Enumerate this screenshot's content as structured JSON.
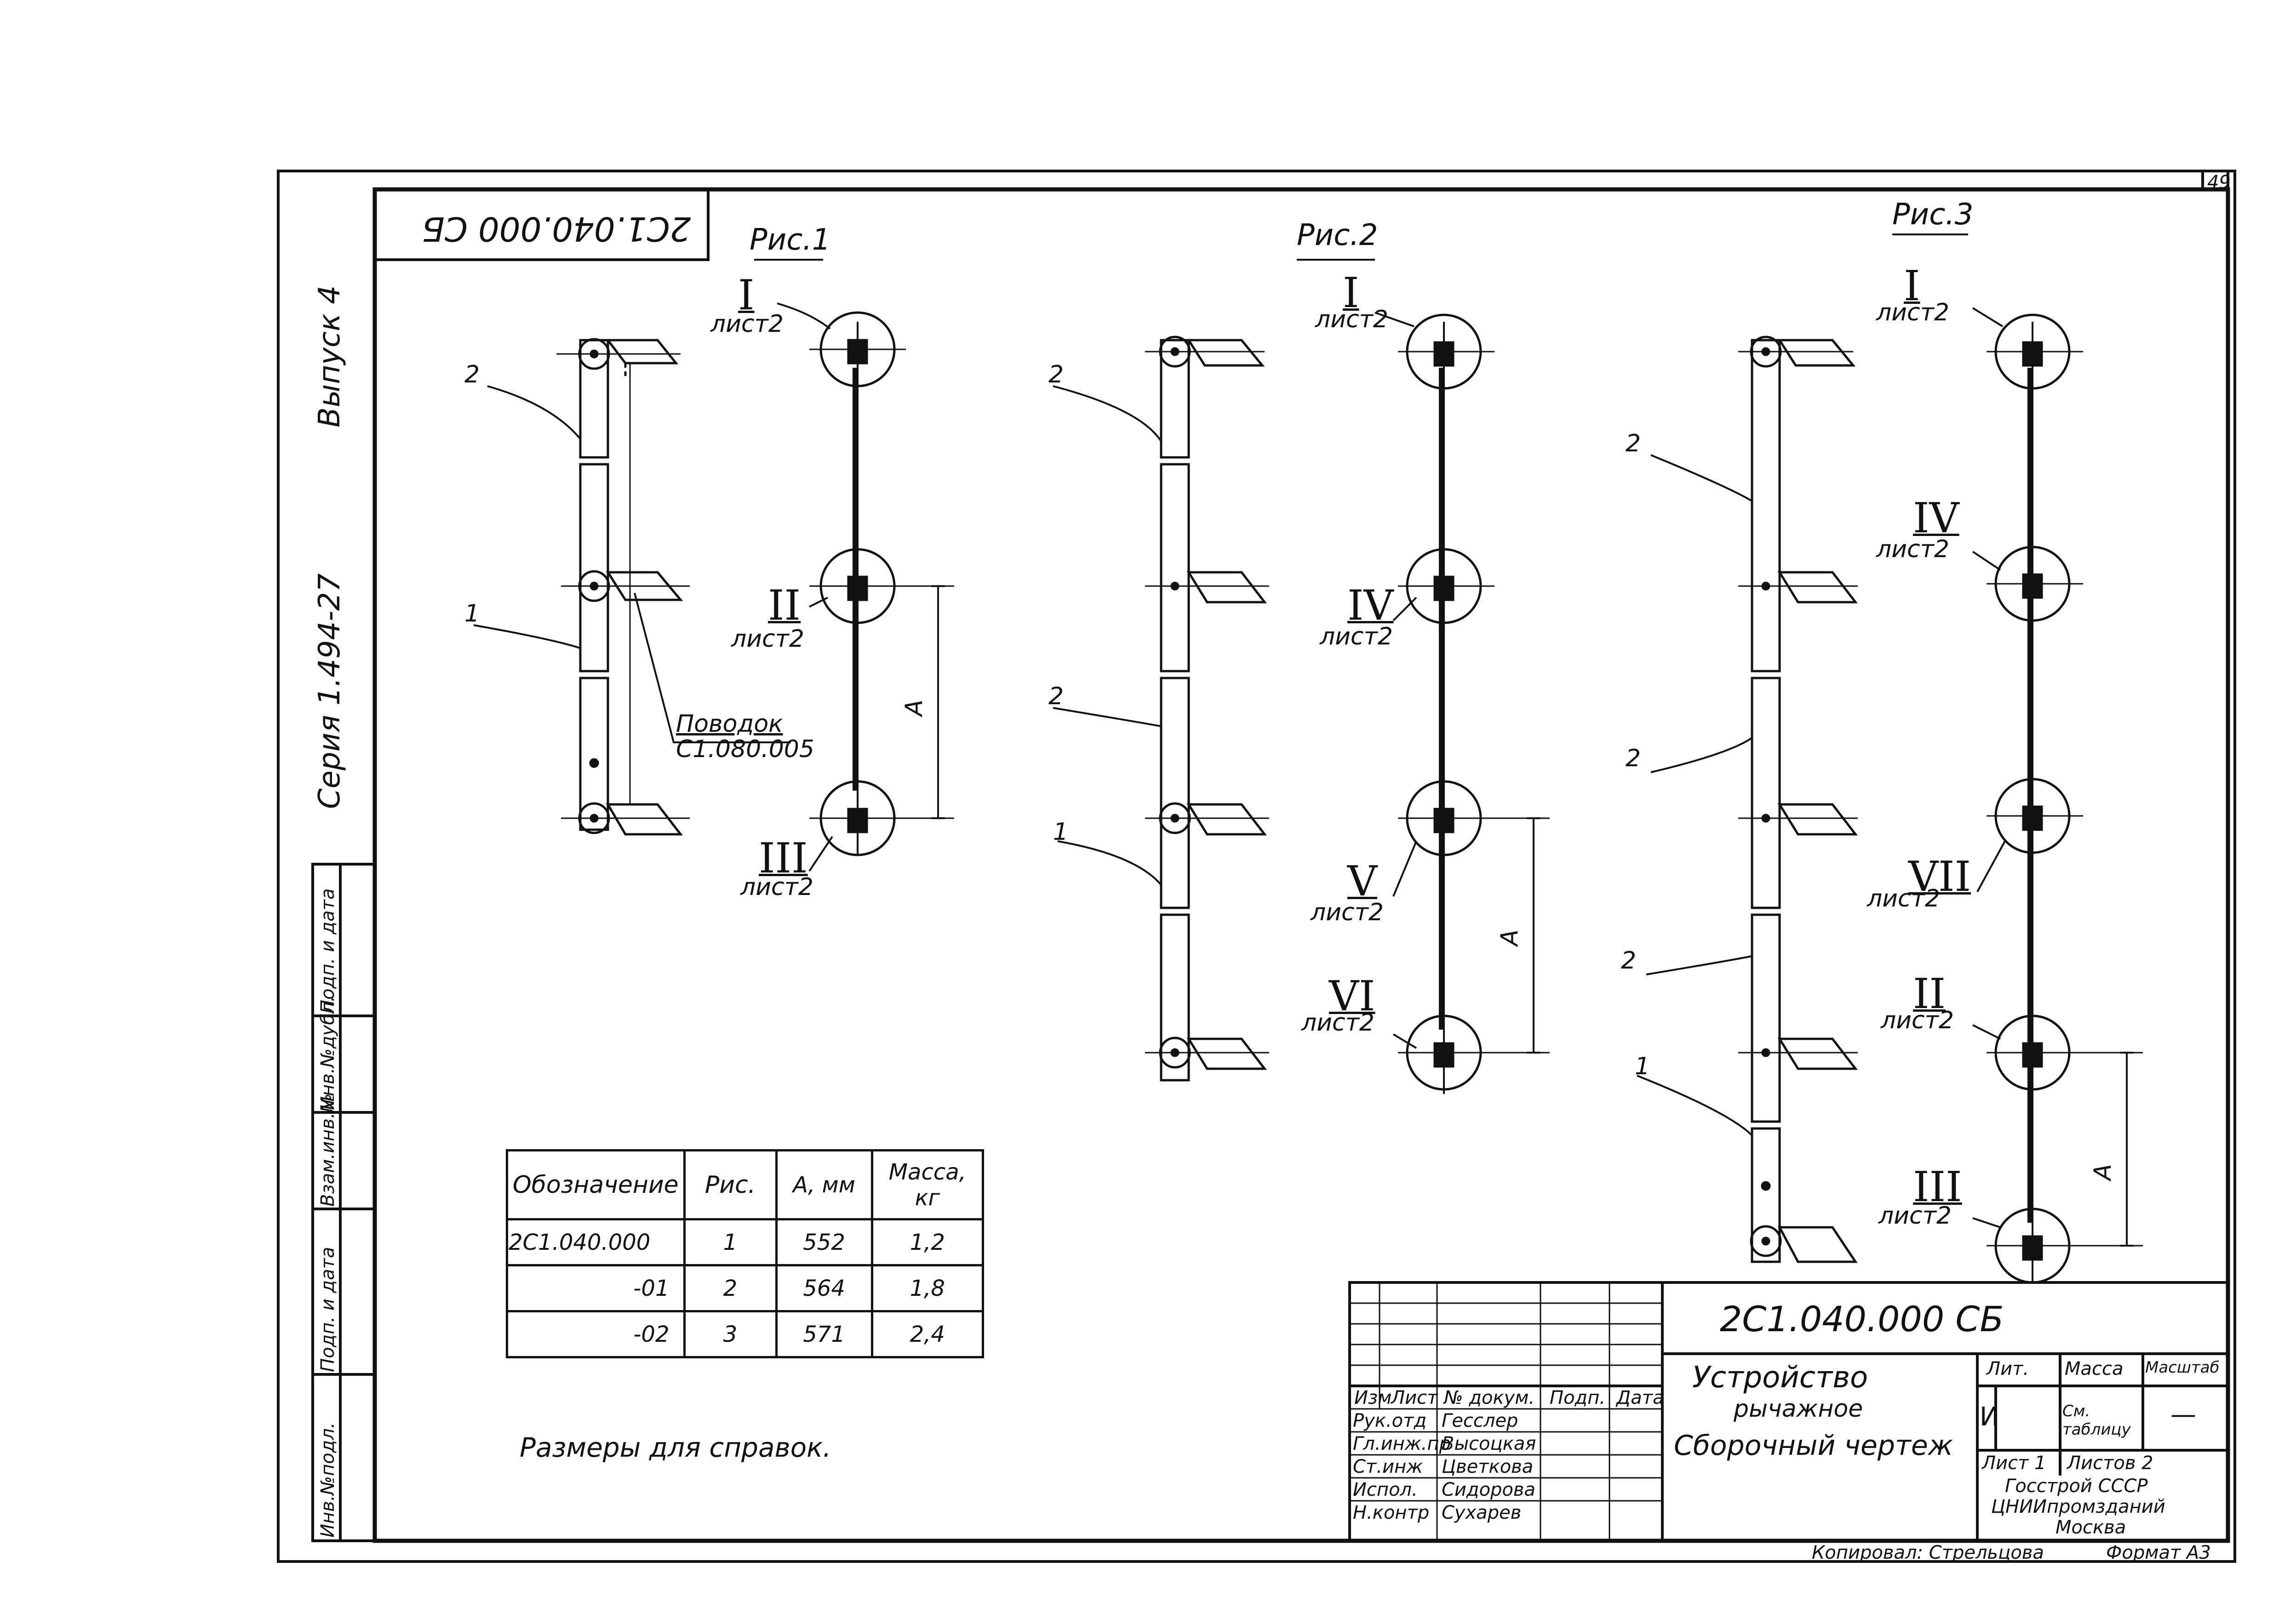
{
  "doc_code_rotated": "2С1.040.000 СБ",
  "sheet_number": "49",
  "side_labels": {
    "vypusk": "Выпуск 4",
    "seriya": "Серия 1.494-27"
  },
  "side_stamp": [
    "Инв.№подл.",
    "Подп. и дата",
    "Взам.инв.№",
    "Инв.№дубл.",
    "Подп. и дата"
  ],
  "figures": [
    {
      "title": "Рис.1",
      "callouts": [
        "I",
        "II",
        "III"
      ],
      "sheet_ref": "лист2",
      "note_label": "Поводок",
      "note_code": "С1.080.005",
      "parts": [
        "2",
        "1"
      ],
      "dim": "А"
    },
    {
      "title": "Рис.2",
      "callouts": [
        "I",
        "IV",
        "V",
        "VI"
      ],
      "sheet_ref": "лист2",
      "parts": [
        "2",
        "2",
        "1"
      ],
      "dim": "А"
    },
    {
      "title": "Рис.3",
      "callouts": [
        "I",
        "IV",
        "VII",
        "II",
        "III"
      ],
      "sheet_ref": "лист2",
      "parts": [
        "2",
        "2",
        "2",
        "1"
      ],
      "dim": "А"
    }
  ],
  "spec_table": {
    "headers": [
      "Обозначение",
      "Рис.",
      "А, мм",
      "Масса, кг"
    ],
    "rows": [
      [
        "2С1.040.000",
        "1",
        "552",
        "1,2"
      ],
      [
        "-01",
        "2",
        "564",
        "1,8"
      ],
      [
        "-02",
        "3",
        "571",
        "2,4"
      ]
    ]
  },
  "note": "Размеры для справок.",
  "title_block": {
    "doc_code": "2С1.040.000 СБ",
    "title_line1": "Устройство",
    "title_line2": "рычажное",
    "title_line3": "Сборочный чертеж",
    "col_headers": [
      "Изм",
      "Лист",
      "№ докум.",
      "Подп.",
      "Дата"
    ],
    "people": [
      {
        "role": "Рук.отд",
        "name": "Гесслер"
      },
      {
        "role": "Гл.инж.пр",
        "name": "Высоцкая"
      },
      {
        "role": "Ст.инж",
        "name": "Цветкова"
      },
      {
        "role": "Испол.",
        "name": "Сидорова"
      },
      {
        "role": "Н.контр",
        "name": "Сухарев"
      }
    ],
    "lit_header": "Лит.",
    "mass_header": "Масса",
    "scale_header": "Масштаб",
    "lit_value": "И",
    "mass_value": "См. таблицу",
    "scale_value": "—",
    "sheet_label": "Лист 1",
    "sheets_label": "Листов 2",
    "org_line1": "Госстрой СССР",
    "org_line2": "ЦНИИпромзданий",
    "org_line3": "Москва",
    "copied_by": "Копировал: Стрельцова",
    "format": "Формат А3"
  }
}
